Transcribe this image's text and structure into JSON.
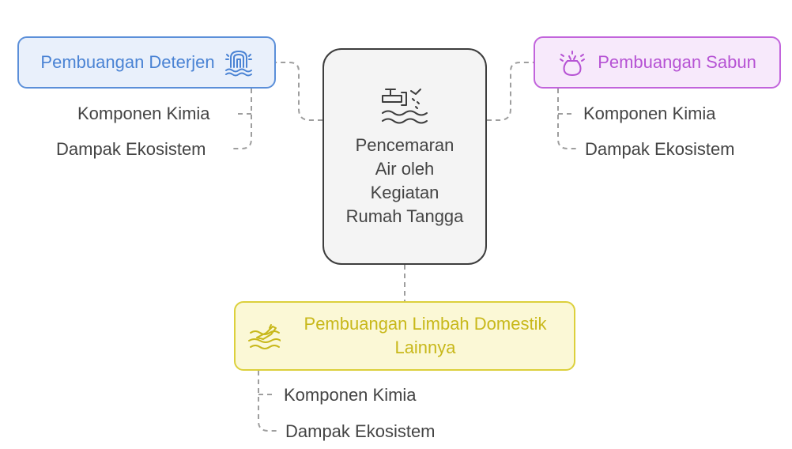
{
  "center": {
    "title": "Pencemaran Air oleh Kegiatan Rumah Tangga",
    "icon": "water-pipe-pollution-icon"
  },
  "branches": [
    {
      "label": "Pembuangan Deterjen",
      "icon": "detergent-drain-icon",
      "color": "#5b8fd9",
      "items": [
        "Komponen Kimia",
        "Dampak Ekosistem"
      ]
    },
    {
      "label": "Pembuangan Sabun",
      "icon": "soap-bag-icon",
      "color": "#c264dc",
      "items": [
        "Komponen Kimia",
        "Dampak Ekosistem"
      ]
    },
    {
      "label": "Pembuangan Limbah Domestik Lainnya",
      "icon": "waste-in-water-icon",
      "color": "#dcd03c",
      "items": [
        "Komponen Kimia",
        "Dampak Ekosistem"
      ]
    }
  ]
}
